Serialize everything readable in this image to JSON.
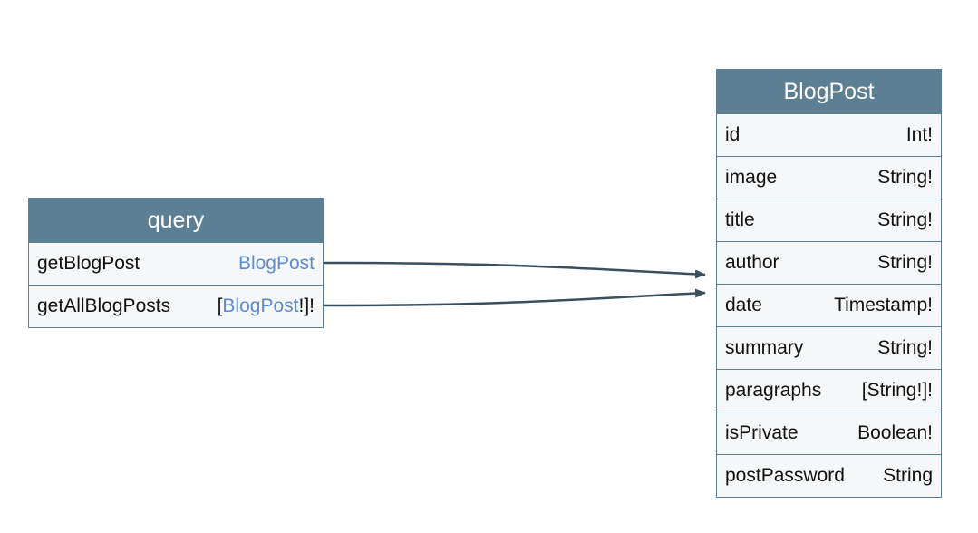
{
  "query": {
    "title": "query",
    "fields": [
      {
        "name": "getBlogPost",
        "type_prefix": "",
        "type_link": "BlogPost",
        "type_suffix": ""
      },
      {
        "name": "getAllBlogPosts",
        "type_prefix": "[",
        "type_link": "BlogPost",
        "type_suffix": "!]!"
      }
    ]
  },
  "blogpost": {
    "title": "BlogPost",
    "fields": [
      {
        "name": "id",
        "type": "Int!"
      },
      {
        "name": "image",
        "type": "String!"
      },
      {
        "name": "title",
        "type": "String!"
      },
      {
        "name": "author",
        "type": "String!"
      },
      {
        "name": "date",
        "type": "Timestamp!"
      },
      {
        "name": "summary",
        "type": "String!"
      },
      {
        "name": "paragraphs",
        "type": "[String!]!"
      },
      {
        "name": "isPrivate",
        "type": "Boolean!"
      },
      {
        "name": "postPassword",
        "type": "String"
      }
    ]
  },
  "colors": {
    "header": "#5d7f93",
    "edge": "#3c4f5d",
    "type_link": "#5e8bd0"
  }
}
